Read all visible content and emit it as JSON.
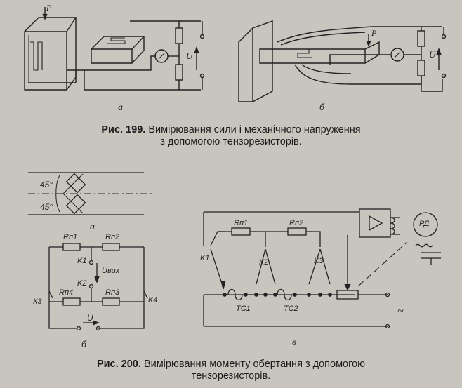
{
  "fig199": {
    "labels": {
      "a": "а",
      "b": "б",
      "p1": "P",
      "p2": "P",
      "u1": "U",
      "u2": "U"
    },
    "caption_num": "Рис. 199.",
    "caption_line1": "Вимірювання сили і механічного напруження",
    "caption_line2": "з допомогою тензорезисторів."
  },
  "fig200": {
    "labels": {
      "a": "а",
      "b": "б",
      "v": "в",
      "angle_top": "45°",
      "angle_bottom": "45°",
      "rn1": "Rп1",
      "rn2": "Rп2",
      "rn3": "Rп3",
      "rn4": "Rп4",
      "k1": "K1",
      "k2": "K2",
      "k3": "К3",
      "k4": "K4",
      "uvyh": "Uвих",
      "u": "U",
      "v_rn1": "Rп1",
      "v_rn2": "Rп2",
      "v_k1": "K1",
      "v_k2": "K2",
      "v_k3": "K3",
      "tc1": "TC1",
      "tc2": "TC2",
      "rd": "РД",
      "ac": "~"
    },
    "caption_num": "Рис. 200.",
    "caption_line1": "Вимірювання моменту обертання з допомогою",
    "caption_line2": "тензорезисторів."
  }
}
